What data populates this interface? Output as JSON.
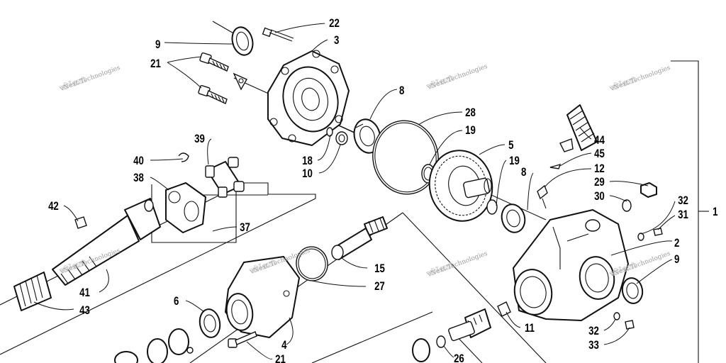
{
  "watermark": {
    "text": "vNext Technologies",
    "count": 7
  },
  "callouts": [
    {
      "id": "c22a",
      "label": "22"
    },
    {
      "id": "c3",
      "label": "3"
    },
    {
      "id": "c9a",
      "label": "9"
    },
    {
      "id": "c21a",
      "label": "21"
    },
    {
      "id": "c8a",
      "label": "8"
    },
    {
      "id": "c28",
      "label": "28"
    },
    {
      "id": "c19a",
      "label": "19"
    },
    {
      "id": "c5",
      "label": "5"
    },
    {
      "id": "c19b",
      "label": "19"
    },
    {
      "id": "c8b",
      "label": "8"
    },
    {
      "id": "c44",
      "label": "44"
    },
    {
      "id": "c45",
      "label": "45"
    },
    {
      "id": "c12",
      "label": "12"
    },
    {
      "id": "c29",
      "label": "29"
    },
    {
      "id": "c30",
      "label": "30"
    },
    {
      "id": "c32a",
      "label": "32"
    },
    {
      "id": "c31",
      "label": "31"
    },
    {
      "id": "c1",
      "label": "1"
    },
    {
      "id": "c2",
      "label": "2"
    },
    {
      "id": "c9b",
      "label": "9"
    },
    {
      "id": "c39",
      "label": "39"
    },
    {
      "id": "c40",
      "label": "40"
    },
    {
      "id": "c38",
      "label": "38"
    },
    {
      "id": "c18",
      "label": "18"
    },
    {
      "id": "c10",
      "label": "10"
    },
    {
      "id": "c42",
      "label": "42"
    },
    {
      "id": "c37",
      "label": "37"
    },
    {
      "id": "c15",
      "label": "15"
    },
    {
      "id": "c27",
      "label": "27"
    },
    {
      "id": "c41",
      "label": "41"
    },
    {
      "id": "c43",
      "label": "43"
    },
    {
      "id": "c6",
      "label": "6"
    },
    {
      "id": "c4",
      "label": "4"
    },
    {
      "id": "c21b",
      "label": "21"
    },
    {
      "id": "c11",
      "label": "11"
    },
    {
      "id": "c32b",
      "label": "32"
    },
    {
      "id": "c33",
      "label": "33"
    },
    {
      "id": "c26",
      "label": "26"
    }
  ]
}
